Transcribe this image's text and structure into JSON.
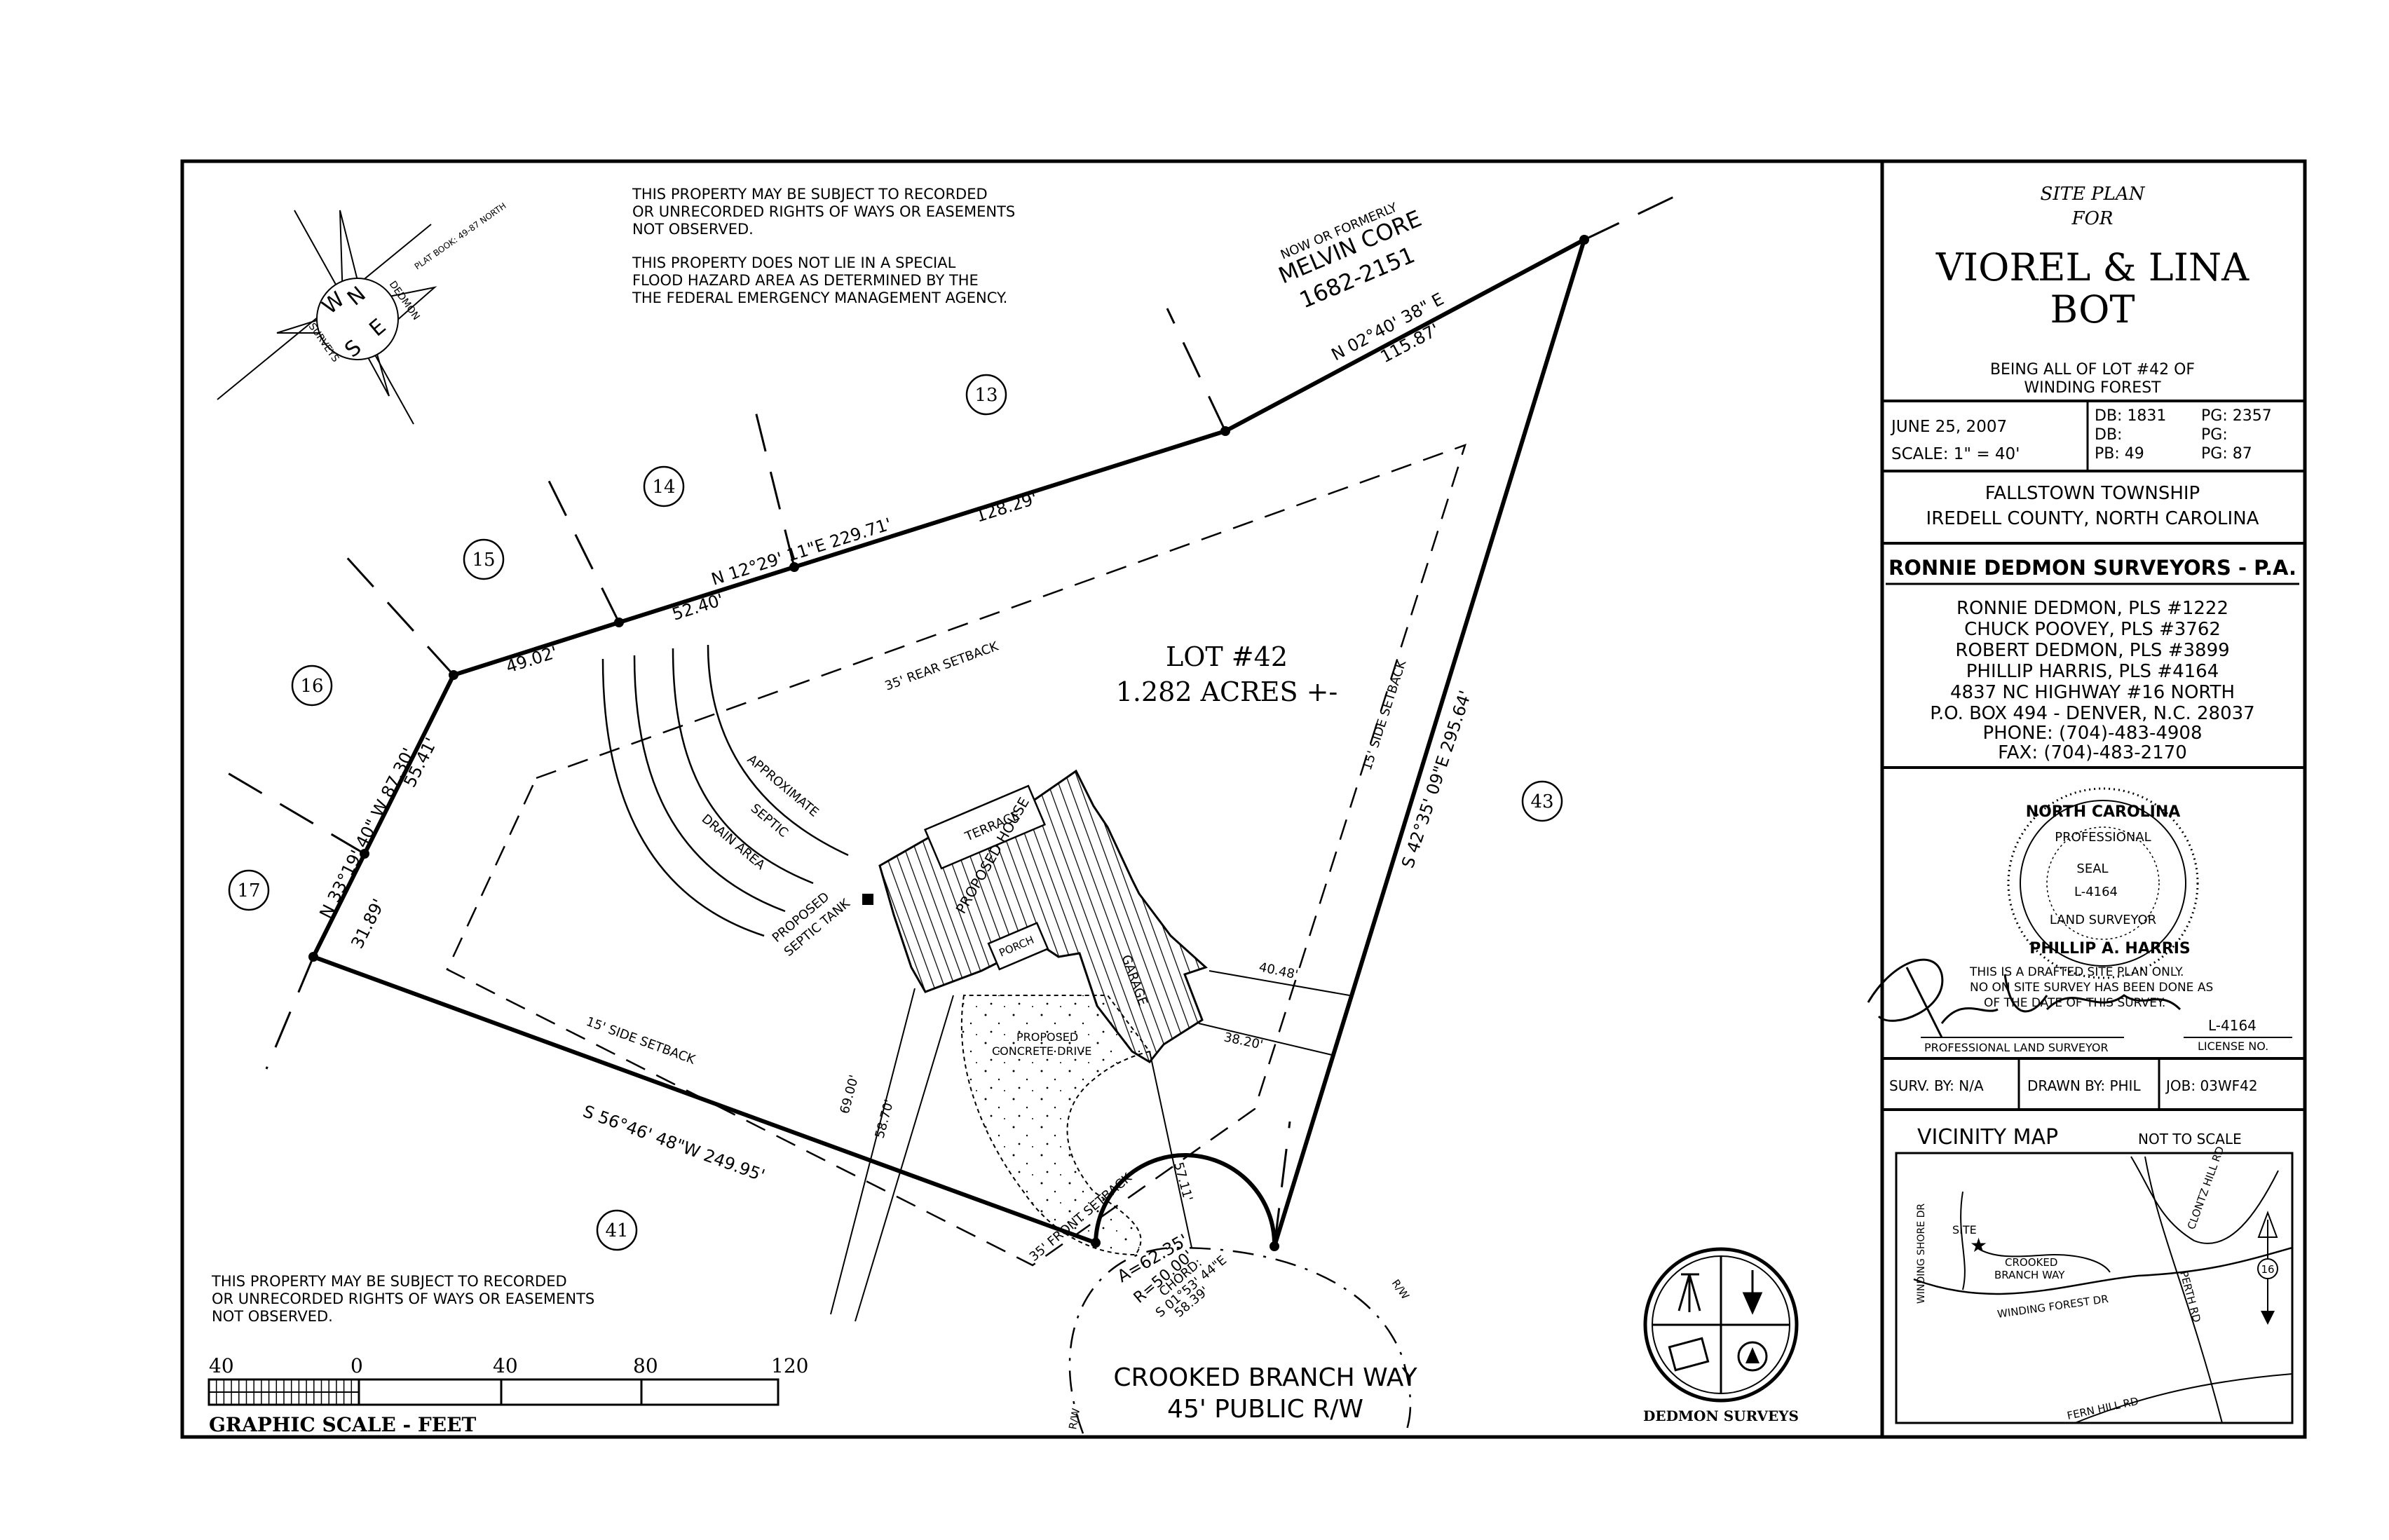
{
  "notes": {
    "top_line1": "THIS PROPERTY MAY BE SUBJECT TO RECORDED",
    "top_line2": "OR UNRECORDED RIGHTS OF WAYS OR EASEMENTS",
    "top_line3": "NOT OBSERVED.",
    "flood_line1": "THIS PROPERTY DOES NOT LIE IN A SPECIAL",
    "flood_line2": "FLOOD HAZARD AREA AS DETERMINED BY THE",
    "flood_line3": "THE FEDERAL EMERGENCY MANAGEMENT AGENCY.",
    "bottom_line1": "THIS PROPERTY MAY BE SUBJECT TO RECORDED",
    "bottom_line2": "OR UNRECORDED RIGHTS OF WAYS OR EASEMENTS",
    "bottom_line3": "NOT OBSERVED."
  },
  "north_arrow": {
    "plat_book": "PLAT BOOK: 49-87 NORTH",
    "n": "N",
    "e": "E",
    "s": "S",
    "w": "W",
    "dedmon": "DEDMON",
    "surveys": "SURVEYS"
  },
  "adjoiner": {
    "now_or_formerly": "NOW OR FORMERLY",
    "name": "MELVIN CORE",
    "deed": "1682-2151"
  },
  "lot_numbers": [
    "13",
    "14",
    "15",
    "16",
    "17",
    "41",
    "43"
  ],
  "lot": {
    "title": "LOT #42",
    "acres": "1.282 ACRES +-"
  },
  "bearings": {
    "north_line": "N 12°29' 11\"E  229.71'",
    "seg_1282": "128.29'",
    "seg_5240": "52.40'",
    "seg_4902": "49.02'",
    "ne_line": "N 02°40' 38\" E",
    "ne_dist": "115.87'",
    "west_line": "N 33°19' 40\" W  87.30'",
    "seg_5541": "55.41'",
    "seg_3189": "31.89'",
    "south_line": "S 56°46' 48\"W  249.95'",
    "east_line": "S 42°35' 09\"E  295.64'",
    "arc": "A=62.35'",
    "radius": "R=50.00'",
    "chord": "CHORD:",
    "chord_bearing": "S 01°53' 44\"E",
    "chord_dist": "58.39'"
  },
  "plan_labels": {
    "rear_setback": "35' REAR SETBACK",
    "side_setback_e": "15' SIDE SETBACK",
    "side_setback_sw": "15' SIDE SETBACK",
    "front_setback": "35' FRONT SETBACK",
    "approx_line1": "APPROXIMATE",
    "approx_line2": "SEPTIC",
    "approx_line3": "DRAIN AREA",
    "tank_line1": "PROPOSED",
    "tank_line2": "SEPTIC TANK",
    "house": "PROPOSED HOUSE",
    "terrace": "TERRACE",
    "porch": "PORCH",
    "garage": "GARAGE",
    "drive_line1": "PROPOSED",
    "drive_line2": "CONCRETE DRIVE",
    "dim_6900": "69.00'",
    "dim_5870": "58.70'",
    "dim_5711": "57.11'",
    "dim_4048": "40.48'",
    "dim_3820": "38.20'",
    "rw1": "R/W",
    "rw2": "R/W"
  },
  "road": {
    "name": "CROOKED BRANCH WAY",
    "row": "45' PUBLIC R/W"
  },
  "scale_bar": {
    "ticks": [
      "40",
      "0",
      "40",
      "80",
      "120"
    ],
    "label": "GRAPHIC SCALE - FEET"
  },
  "logo": {
    "name": "DEDMON SURVEYS"
  },
  "title_block": {
    "site_plan": "SITE PLAN",
    "for": "FOR",
    "owner_line1": "VIOREL & LINA",
    "owner_line2": "BOT",
    "being_line1": "BEING ALL OF LOT #42 OF",
    "being_line2": "WINDING FOREST",
    "date": "JUNE 25, 2007",
    "scale": "SCALE: 1\" = 40'",
    "db1": "DB: 1831",
    "pg1": "PG: 2357",
    "db2": "DB:",
    "pg2": "PG:",
    "pb": "PB: 49",
    "pg3": "PG: 87",
    "township": "FALLSTOWN TOWNSHIP",
    "county": "IREDELL COUNTY, NORTH CAROLINA",
    "firm": "RONNIE DEDMON SURVEYORS - P.A.",
    "surveyors": [
      "RONNIE DEDMON,  PLS #1222",
      "CHUCK POOVEY,  PLS #3762",
      "ROBERT DEDMON,  PLS #3899",
      "PHILLIP HARRIS,  PLS #4164"
    ],
    "addr1": "4837 NC HIGHWAY #16 NORTH",
    "addr2": "P.O. BOX 494 - DENVER, N.C. 28037",
    "phone": "PHONE:  (704)-483-4908",
    "fax": "FAX:  (704)-483-2170",
    "seal_top": "NORTH CAROLINA",
    "seal_prof": "PROFESSIONAL",
    "seal_word": "SEAL",
    "seal_no": "L-4164",
    "seal_land": "LAND SURVEYOR",
    "seal_name": "PHILLIP A. HARRIS",
    "draft_line1": "THIS IS A DRAFTED SITE PLAN ONLY.",
    "draft_line2": "NO ON SITE SURVEY HAS BEEN DONE AS",
    "draft_line3": "OF THE DATE OF THIS SURVEY.",
    "license_no_value": "L-4164",
    "pls_caption": "PROFESSIONAL LAND SURVEYOR",
    "license_caption": "LICENSE NO.",
    "surv_by": "SURV. BY: N/A",
    "drawn_by": "DRAWN BY: PHIL",
    "job": "JOB: 03WF42"
  },
  "vicinity": {
    "title": "VICINITY MAP",
    "not_to_scale": "NOT TO SCALE",
    "site": "SITE",
    "crooked_line1": "CROOKED",
    "crooked_line2": "BRANCH WAY",
    "winding_shore": "WINDING SHORE DR",
    "winding_forest": "WINDING  FOREST  DR",
    "clontz": "CLONTZ HILL RD",
    "perth": "PERTH RD",
    "fern": "FERN  HILL  RD",
    "highway": "16"
  }
}
